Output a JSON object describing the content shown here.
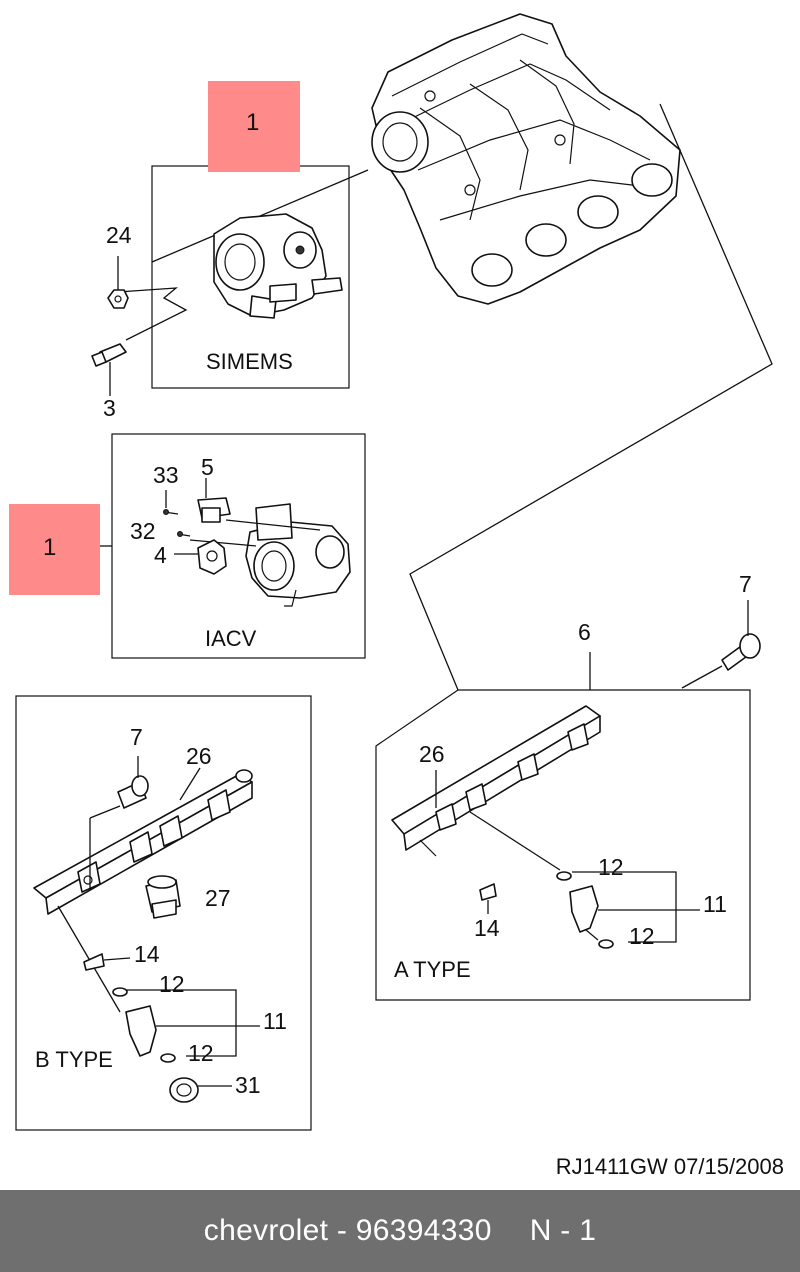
{
  "diagram": {
    "highlight_top_label": "1",
    "highlight_left_label": "1",
    "box_simems": {
      "label": "SIMEMS"
    },
    "box_iacv": {
      "label": "IACV"
    },
    "box_a_type": {
      "label": "A TYPE"
    },
    "box_b_type": {
      "label": "B TYPE"
    },
    "callouts": {
      "c24": "24",
      "c3": "3",
      "c33": "33",
      "c5": "5",
      "c32": "32",
      "c4": "4",
      "c7_right": "7",
      "c6": "6",
      "c26_a": "26",
      "c12_a_top": "12",
      "c11_a": "11",
      "c14_a": "14",
      "c12_a_bottom": "12",
      "c7_b": "7",
      "c26_b": "26",
      "c27": "27",
      "c14_b": "14",
      "c12_b_top": "12",
      "c11_b": "11",
      "c12_b_bottom": "12",
      "c31": "31"
    },
    "reference": "RJ1411GW  07/15/2008",
    "colors": {
      "highlight": "#ff8a8a",
      "footer_bg": "#6f6f6f",
      "footer_text": "#ffffff"
    }
  },
  "footer": {
    "brand": "chevrolet",
    "dash": "-",
    "part_number": "96394330",
    "page": "N - 1"
  }
}
